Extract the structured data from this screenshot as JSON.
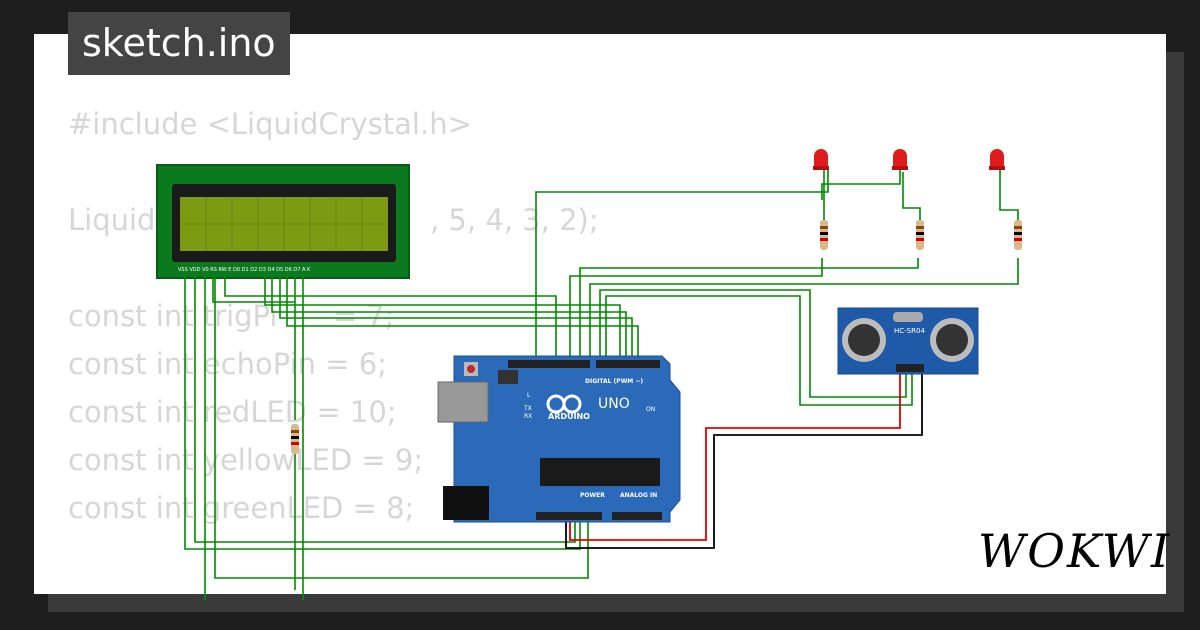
{
  "file_tab": {
    "label": "sketch.ino"
  },
  "code_lines": [
    {
      "text": "#include <LiquidCrystal.h>"
    },
    {
      "text": "Liquid"
    },
    {
      "text": ", 5, 4, 3, 2);"
    },
    {
      "text": "const int trigPi      = 7;"
    },
    {
      "text": "const int echoPin = 6;"
    },
    {
      "text": "const int redLED = 10;"
    },
    {
      "text": "const int yellowLED = 9;"
    },
    {
      "text": "const int greenLED = 8;"
    }
  ],
  "arduino": {
    "brand": "ARDUINO",
    "model": "UNO",
    "digital_label": "DIGITAL (PWM ~)",
    "power_label": "POWER",
    "analog_label": "ANALOG IN",
    "on_label": "ON",
    "led_labels": [
      "L",
      "TX",
      "RX"
    ]
  },
  "sensor": {
    "label": "HC-SR04"
  },
  "logo": {
    "text": "WOKWI"
  },
  "colors": {
    "wire_green": "#008a00",
    "wire_red": "#e00000",
    "wire_black": "#000000",
    "board_blue": "#2a6ab8",
    "lcd_green": "#0b7a1f",
    "led_red": "#e01b1b"
  }
}
